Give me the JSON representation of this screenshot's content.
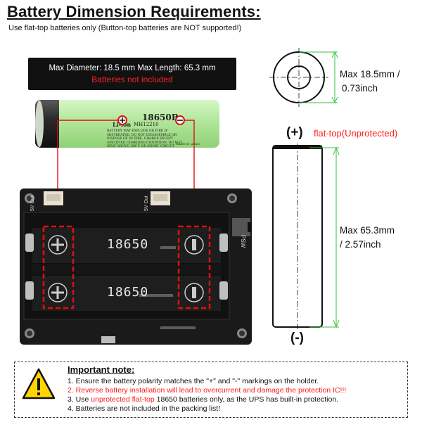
{
  "title": "Battery Dimension Requirements:",
  "subtitle": "Use flat-top batteries only (Button-top batteries are NOT supported!)",
  "banner": {
    "line1": "Max Diameter: 18.5 mm Max Length: 65.3 mm",
    "line2": "Batteries not included"
  },
  "battery": {
    "model": "18650B",
    "chemistry": "Li-ion",
    "code": "MH12210",
    "warning": "BATTERY MAY EXPLODE OR FIRE IF MISTREATED. DO NOT DISASSEMBLE OR DISPOSE OF IN FIRE. CHARGE EXCEPT SPECIFIED CHARGING CONDITION. DO NOT HEAT ABOVE 100°C OR SHORT CIRCUIT",
    "made_in": "MADE IN JAPAN"
  },
  "board": {
    "connector_label": "5V Out",
    "switch_label": "PSW",
    "cell_label": "18650"
  },
  "diameter": {
    "line1": "Max 18.5mm /",
    "line2": "0.73inch"
  },
  "terminal": {
    "plus": "(+)",
    "flat_top": "flat-top(Unprotected)",
    "minus": "(-)"
  },
  "length": {
    "line1": "Max 65.3mm",
    "line2": "/ 2.57inch"
  },
  "note": {
    "heading": "Important note:",
    "item1": "1. Ensure the battery polarity matches the \"+\" and \"-\" markings on the holder.",
    "item2": "2. Reverse battery installation will lead to overcurrent and damage the protection IC!!!",
    "item3_a": "3. Use ",
    "item3_b": "unprotected flat-top",
    "item3_c": " 18650 batteries only, as the UPS has built-in protection.",
    "item4": "4. Batteries are not included in the packing list!"
  },
  "colors": {
    "accent_red": "#ff1a1a",
    "battery_green": "#b8eaa2",
    "guide_green": "#39c23a",
    "board_black": "#1a1a1a",
    "warning_yellow": "#ffd400"
  }
}
